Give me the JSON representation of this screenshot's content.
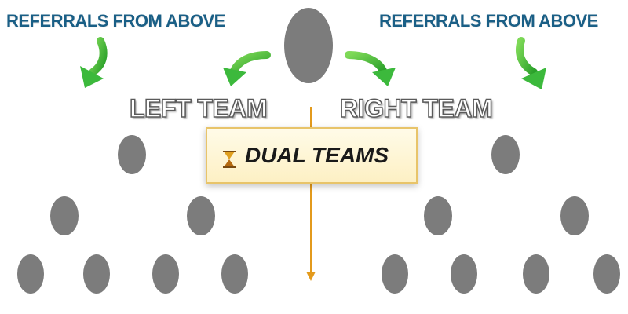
{
  "labels": {
    "referrals_left": "REFERRALS FROM ABOVE",
    "referrals_right": "REFERRALS FROM ABOVE",
    "left_team": "LEFT TEAM",
    "right_team": "RIGHT TEAM",
    "dual_teams": "DUAL TEAMS"
  },
  "colors": {
    "referral_text": "#1a5f86",
    "node": "#7c7c7c",
    "arrow_green": "#3cb93c",
    "divider_orange": "#e39a1c",
    "box_border": "#e8c46a"
  },
  "icons": {
    "dual_teams_icon": "hourglass-icon"
  }
}
